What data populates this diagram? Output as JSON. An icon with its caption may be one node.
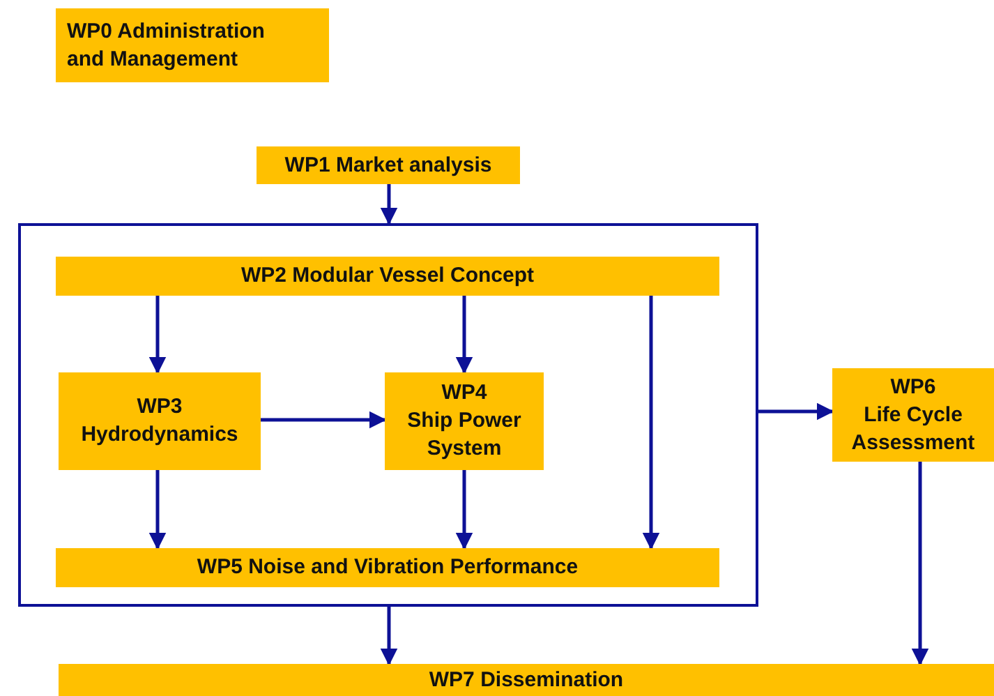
{
  "diagram": {
    "nodes": [
      {
        "text": [
          "WP0 Administration and Management"
        ]
      },
      {
        "text": [
          "WP1 Market analysis"
        ]
      },
      {
        "text": [],
        "shape": "box"
      },
      {
        "text": [
          "WP2 Modular Vessel Concept"
        ],
        "in": 2
      },
      {
        "text": [
          "WP3",
          "Hydrodynamics"
        ],
        "in": 2
      },
      {
        "text": [
          "WP4",
          "Ship Power System"
        ],
        "in": 2
      },
      {
        "text": [
          "WP5 Noise and Vibration Performance"
        ],
        "in": 2
      },
      {
        "text": [
          "WP6",
          "Life Cycle Assessment"
        ]
      },
      {
        "text": [
          "WP7 Dissemination"
        ]
      }
    ],
    "edges": [
      {
        "from": 1,
        "to": 2,
        "arrow": "to"
      },
      {
        "from": 3,
        "to": 4,
        "arrow": "to"
      },
      {
        "from": 3,
        "to": 5,
        "arrow": "to"
      },
      {
        "from": 3,
        "to": 6,
        "arrow": "to"
      },
      {
        "from": 4,
        "to": 5,
        "arrow": "to"
      },
      {
        "from": 4,
        "to": 6,
        "arrow": "to"
      },
      {
        "from": 5,
        "to": 6,
        "arrow": "to"
      },
      {
        "from": 2,
        "to": 7,
        "arrow": "to"
      },
      {
        "from": 2,
        "to": 8,
        "arrow": "to"
      },
      {
        "from": 7,
        "to": 8,
        "arrow": "to"
      }
    ]
  }
}
